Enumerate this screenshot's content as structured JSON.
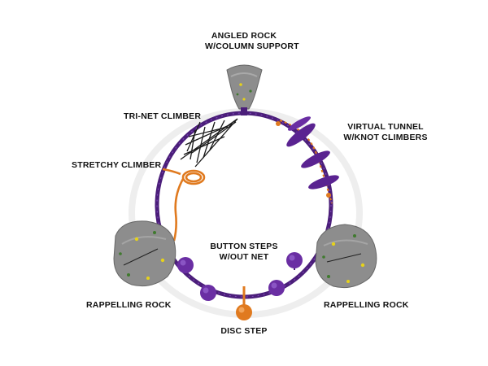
{
  "colors": {
    "ring": "#4b1e7a",
    "ring_accent": "#6a2ea3",
    "orange": "#e07a1f",
    "rock": "#8d8d8d",
    "rock_dark": "#6f6f6f",
    "hold_yellow": "#e6d21a",
    "hold_green": "#3f7a2e",
    "net": "#1a1a1a",
    "label_text": "#111111"
  },
  "labels": {
    "angled_rock": {
      "line1": "ANGLED ROCK",
      "line2": "W/COLUMN SUPPORT"
    },
    "tri_net": "TRI-NET CLIMBER",
    "virtual_tunnel": {
      "line1": "VIRTUAL TUNNEL",
      "line2": "W/KNOT CLIMBERS"
    },
    "stretchy": "STRETCHY CLIMBER",
    "button_steps": {
      "line1": "BUTTON STEPS",
      "line2": "W/OUT NET"
    },
    "rappelling_left": "RAPPELLING ROCK",
    "rappelling_right": "RAPPELLING ROCK",
    "disc_step": "DISC STEP"
  }
}
